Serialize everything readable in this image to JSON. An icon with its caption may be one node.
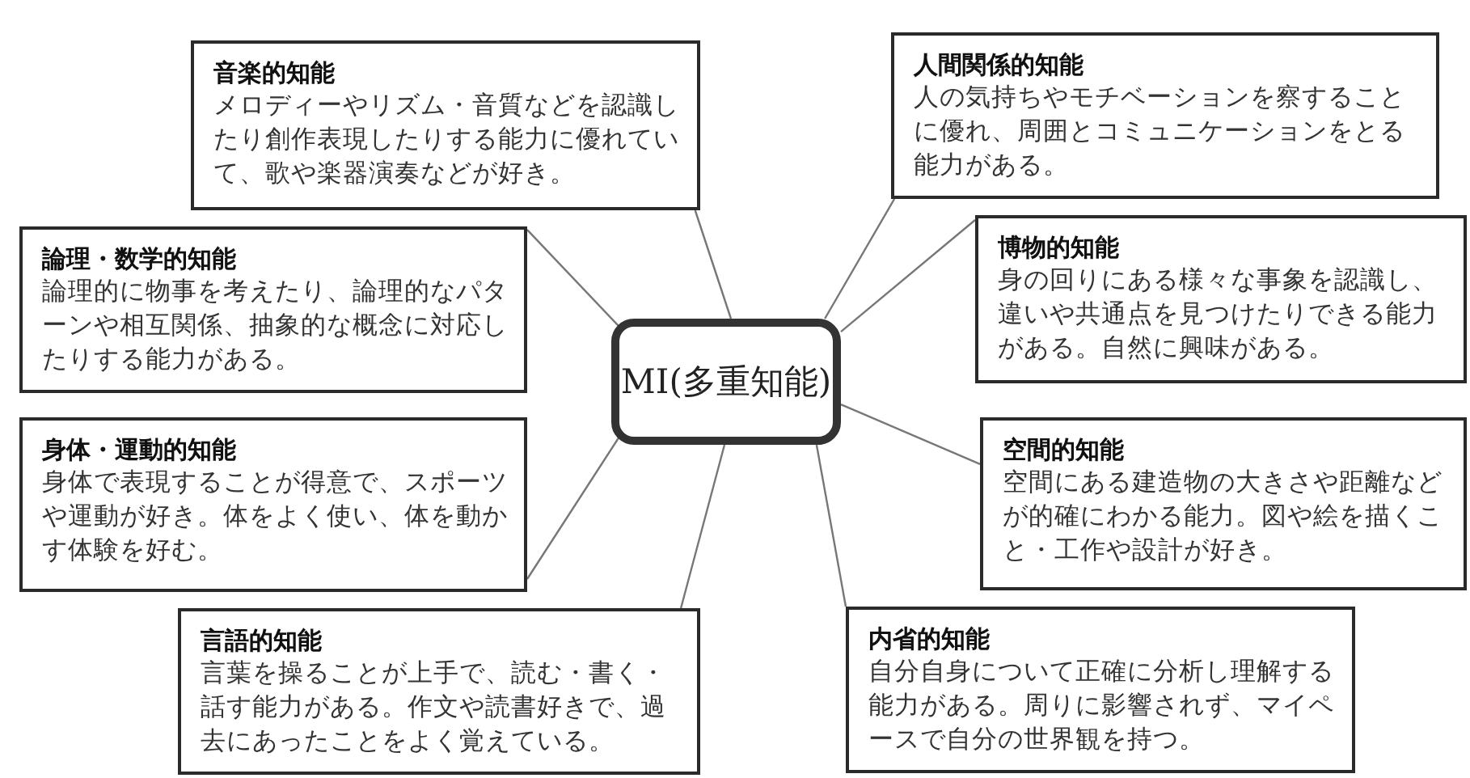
{
  "diagram": {
    "nodes": [
      {
        "text": [
          "MI(多重知能)"
        ]
      },
      {
        "text": [
          "音楽的知能",
          "メロディーやリズム・音質などを認識したり創作表現したりする能力に優れていて、歌や楽器演奏などが好き。"
        ]
      },
      {
        "text": [
          "論理・数学的知能",
          "論理的に物事を考えたり、論理的なパターンや相互関係、抽象的な概念に対応したりする能力がある。"
        ]
      },
      {
        "text": [
          "身体・運動的知能",
          "身体で表現することが得意で、スポーツや運動が好き。体をよく使い、体を動かす体験を好む。"
        ]
      },
      {
        "text": [
          "言語的知能",
          "言葉を操ることが上手で、読む・書く・話す能力がある。作文や読書好きで、過去にあったことをよく覚えている。"
        ]
      },
      {
        "text": [
          "人間関係的知能",
          "人の気持ちやモチベーションを察することに優れ、周囲とコミュニケーションをとる能力がある。"
        ]
      },
      {
        "text": [
          "博物的知能",
          "身の回りにある様々な事象を認識し、違いや共通点を見つけたりできる能力がある。自然に興味がある。"
        ]
      },
      {
        "text": [
          "空間的知能",
          "空間にある建造物の大きさや距離などが的確にわかる能力。図や絵を描くこと・工作や設計が好き。"
        ]
      },
      {
        "text": [
          "内省的知能",
          "自分自身について正確に分析し理解する能力がある。周りに影響されず、マイペースで自分の世界観を持つ。"
        ]
      }
    ],
    "edges": [
      {
        "from": 0,
        "to": 1,
        "arrow": "none"
      },
      {
        "from": 0,
        "to": 2,
        "arrow": "none"
      },
      {
        "from": 0,
        "to": 3,
        "arrow": "none"
      },
      {
        "from": 0,
        "to": 4,
        "arrow": "none"
      },
      {
        "from": 0,
        "to": 5,
        "arrow": "none"
      },
      {
        "from": 0,
        "to": 6,
        "arrow": "none"
      },
      {
        "from": 0,
        "to": 7,
        "arrow": "none"
      },
      {
        "from": 0,
        "to": 8,
        "arrow": "none"
      }
    ]
  }
}
